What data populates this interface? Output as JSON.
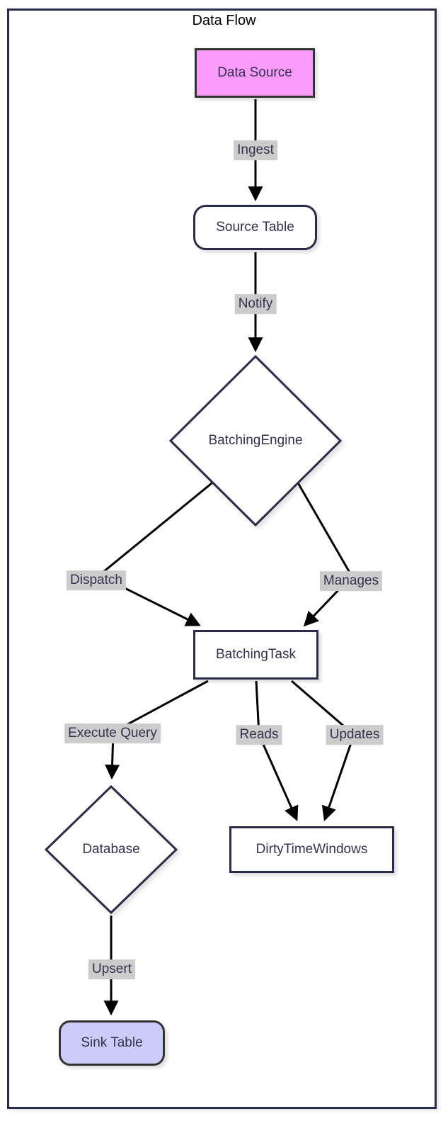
{
  "diagram": {
    "title": "Data Flow",
    "nodes": {
      "data_source": {
        "label": "Data Source",
        "shape": "rectangle",
        "fill": "#fb9bfb",
        "border": "#333333"
      },
      "source_table": {
        "label": "Source Table",
        "shape": "rounded-rectangle",
        "fill": "#ffffff",
        "border": "#2b2b4b"
      },
      "batching_engine": {
        "label": "BatchingEngine",
        "shape": "diamond",
        "fill": "#ffffff",
        "border": "#2b2b4b"
      },
      "batching_task": {
        "label": "BatchingTask",
        "shape": "rectangle",
        "fill": "#ffffff",
        "border": "#2b2b4b"
      },
      "database": {
        "label": "Database",
        "shape": "diamond",
        "fill": "#ffffff",
        "border": "#2b2b4b"
      },
      "dirty_time_windows": {
        "label": "DirtyTimeWindows",
        "shape": "rectangle",
        "fill": "#ffffff",
        "border": "#2b2b4b"
      },
      "sink_table": {
        "label": "Sink Table",
        "shape": "rounded-rectangle",
        "fill": "#ccccf9",
        "border": "#333333"
      }
    },
    "edges": {
      "ingest": {
        "label": "Ingest",
        "from": "Data Source",
        "to": "Source Table"
      },
      "notify": {
        "label": "Notify",
        "from": "Source Table",
        "to": "BatchingEngine"
      },
      "dispatch": {
        "label": "Dispatch",
        "from": "BatchingEngine",
        "to": "BatchingTask"
      },
      "manages": {
        "label": "Manages",
        "from": "BatchingEngine",
        "to": "BatchingTask"
      },
      "execute_query": {
        "label": "Execute Query",
        "from": "BatchingTask",
        "to": "Database"
      },
      "reads": {
        "label": "Reads",
        "from": "BatchingTask",
        "to": "DirtyTimeWindows"
      },
      "updates": {
        "label": "Updates",
        "from": "BatchingTask",
        "to": "DirtyTimeWindows"
      },
      "upsert": {
        "label": "Upsert",
        "from": "Database",
        "to": "Sink Table"
      }
    },
    "colors": {
      "frame_border": "#2b2b4b",
      "edge_color": "#000000",
      "edge_label_bg": "#cccccc",
      "node_text": "#32324e",
      "title_text": "#000000"
    }
  }
}
